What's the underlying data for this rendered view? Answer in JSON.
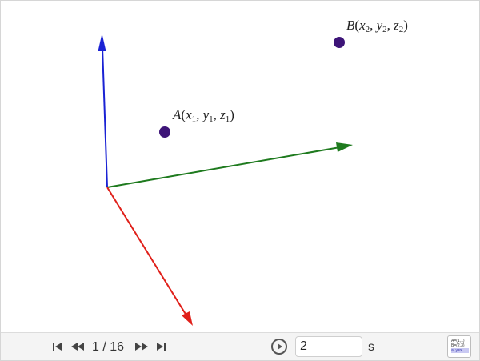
{
  "graphics": {
    "point_a": {
      "label_name": "A",
      "label_open": "(",
      "x": "x",
      "x_sub": "1",
      "comma1": ", ",
      "y": "y",
      "y_sub": "1",
      "comma2": ", ",
      "z": "z",
      "z_sub": "1",
      "label_close": ")",
      "color": "#3d1478"
    },
    "point_b": {
      "label_name": "B",
      "label_open": "(",
      "x": "x",
      "x_sub": "2",
      "comma1": ", ",
      "y": "y",
      "y_sub": "2",
      "comma2": ", ",
      "z": "z",
      "z_sub": "2",
      "label_close": ")",
      "color": "#3d1478"
    },
    "axes": {
      "x_axis_color": "#e0201a",
      "y_axis_color": "#1e7a1e",
      "z_axis_color": "#1a22d4"
    }
  },
  "navigation": {
    "first_icon": "skip-to-first-icon",
    "prev_icon": "step-back-icon",
    "step_label": "1 / 16",
    "next_icon": "step-forward-icon",
    "last_icon": "skip-to-last-icon",
    "play_icon": "play-icon",
    "speed_value": "2",
    "speed_unit": "s"
  },
  "algebra_toggle": {
    "line1": "A=(1,1)",
    "line2": "B=(2,3)",
    "line3": "a: y=x"
  }
}
